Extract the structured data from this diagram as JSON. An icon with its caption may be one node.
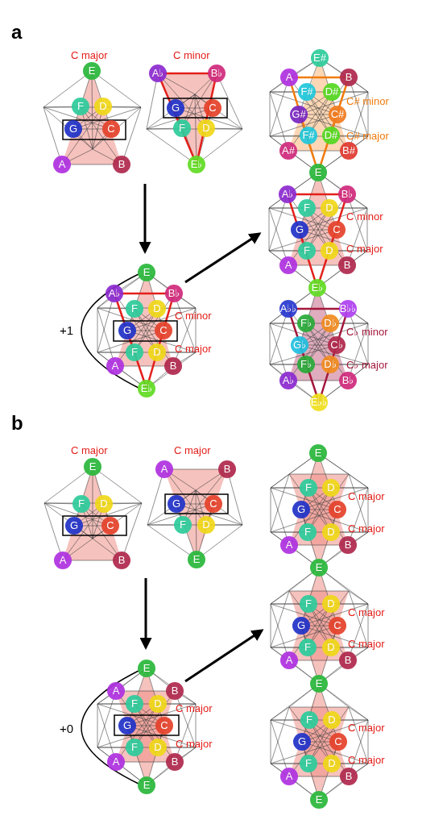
{
  "diagram": {
    "nodes": [
      {
        "text": [
          "E"
        ]
      },
      {
        "text": [
          "F"
        ]
      },
      {
        "text": [
          "D"
        ]
      },
      {
        "text": [
          "G"
        ]
      },
      {
        "text": [
          "C"
        ]
      },
      {
        "text": [
          "A"
        ]
      },
      {
        "text": [
          "B"
        ]
      },
      {
        "text": [
          "A♭"
        ]
      },
      {
        "text": [
          "B♭"
        ]
      },
      {
        "text": [
          "G"
        ]
      },
      {
        "text": [
          "C"
        ]
      },
      {
        "text": [
          "F"
        ]
      },
      {
        "text": [
          "D"
        ]
      },
      {
        "text": [
          "E♭"
        ]
      },
      {
        "text": [
          "E"
        ]
      },
      {
        "text": [
          "A♭"
        ]
      },
      {
        "text": [
          "B♭"
        ]
      },
      {
        "text": [
          "F"
        ]
      },
      {
        "text": [
          "D"
        ]
      },
      {
        "text": [
          "G"
        ]
      },
      {
        "text": [
          "C"
        ]
      },
      {
        "text": [
          "F"
        ]
      },
      {
        "text": [
          "D"
        ]
      },
      {
        "text": [
          "A"
        ]
      },
      {
        "text": [
          "B"
        ]
      },
      {
        "text": [
          "E♭"
        ]
      },
      {
        "text": [
          "E#"
        ]
      },
      {
        "text": [
          "A"
        ]
      },
      {
        "text": [
          "B"
        ]
      },
      {
        "text": [
          "F#"
        ]
      },
      {
        "text": [
          "D#"
        ]
      },
      {
        "text": [
          "G#"
        ]
      },
      {
        "text": [
          "C#"
        ]
      },
      {
        "text": [
          "F#"
        ]
      },
      {
        "text": [
          "D#"
        ]
      },
      {
        "text": [
          "A#"
        ]
      },
      {
        "text": [
          "B#"
        ]
      },
      {
        "text": [
          "E"
        ]
      },
      {
        "text": [
          "A♭"
        ]
      },
      {
        "text": [
          "B♭"
        ]
      },
      {
        "text": [
          "F"
        ]
      },
      {
        "text": [
          "D"
        ]
      },
      {
        "text": [
          "G"
        ]
      },
      {
        "text": [
          "C"
        ]
      },
      {
        "text": [
          "F"
        ]
      },
      {
        "text": [
          "D"
        ]
      },
      {
        "text": [
          "A"
        ]
      },
      {
        "text": [
          "B"
        ]
      },
      {
        "text": [
          "E♭"
        ]
      },
      {
        "text": [
          "A♭♭"
        ]
      },
      {
        "text": [
          "B♭♭"
        ]
      },
      {
        "text": [
          "F♭"
        ]
      },
      {
        "text": [
          "D♭"
        ]
      },
      {
        "text": [
          "G♭"
        ]
      },
      {
        "text": [
          "C♭"
        ]
      },
      {
        "text": [
          "F♭"
        ]
      },
      {
        "text": [
          "D♭"
        ]
      },
      {
        "text": [
          "A♭"
        ]
      },
      {
        "text": [
          "B♭"
        ]
      },
      {
        "text": [
          "E♭♭"
        ]
      },
      {
        "text": [
          "E"
        ]
      },
      {
        "text": [
          "F"
        ]
      },
      {
        "text": [
          "D"
        ]
      },
      {
        "text": [
          "G"
        ]
      },
      {
        "text": [
          "C"
        ]
      },
      {
        "text": [
          "A"
        ]
      },
      {
        "text": [
          "B"
        ]
      },
      {
        "text": [
          "A"
        ]
      },
      {
        "text": [
          "B"
        ]
      },
      {
        "text": [
          "G"
        ]
      },
      {
        "text": [
          "C"
        ]
      },
      {
        "text": [
          "F"
        ]
      },
      {
        "text": [
          "D"
        ]
      },
      {
        "text": [
          "E"
        ]
      },
      {
        "text": [
          "E"
        ]
      },
      {
        "text": [
          "A"
        ]
      },
      {
        "text": [
          "B"
        ]
      },
      {
        "text": [
          "F"
        ]
      },
      {
        "text": [
          "D"
        ]
      },
      {
        "text": [
          "G"
        ]
      },
      {
        "text": [
          "C"
        ]
      },
      {
        "text": [
          "F"
        ]
      },
      {
        "text": [
          "D"
        ]
      },
      {
        "text": [
          "A"
        ]
      },
      {
        "text": [
          "B"
        ]
      },
      {
        "text": [
          "E"
        ]
      },
      {
        "text": [
          "E"
        ]
      },
      {
        "text": [
          "F"
        ]
      },
      {
        "text": [
          "D"
        ]
      },
      {
        "text": [
          "G"
        ]
      },
      {
        "text": [
          "C"
        ]
      },
      {
        "text": [
          "F"
        ]
      },
      {
        "text": [
          "D"
        ]
      },
      {
        "text": [
          "A"
        ]
      },
      {
        "text": [
          "B"
        ]
      },
      {
        "text": [
          "E"
        ]
      },
      {
        "text": [
          "F"
        ]
      },
      {
        "text": [
          "D"
        ]
      },
      {
        "text": [
          "G"
        ]
      },
      {
        "text": [
          "C"
        ]
      },
      {
        "text": [
          "F"
        ]
      },
      {
        "text": [
          "D"
        ]
      },
      {
        "text": [
          "A"
        ]
      },
      {
        "text": [
          "B"
        ]
      },
      {
        "text": [
          "E"
        ]
      },
      {
        "text": [
          "F"
        ]
      },
      {
        "text": [
          "D"
        ]
      },
      {
        "text": [
          "G"
        ]
      },
      {
        "text": [
          "C"
        ]
      },
      {
        "text": [
          "F"
        ]
      },
      {
        "text": [
          "D"
        ]
      },
      {
        "text": [
          "A"
        ]
      },
      {
        "text": [
          "B"
        ]
      },
      {
        "text": [
          "E"
        ]
      }
    ],
    "labels": [
      "a",
      "C major",
      "C minor",
      "C# minor",
      "C# major",
      "C minor",
      "C major",
      "+1",
      "C minor",
      "C major",
      "C♭ minor",
      "C♭ major",
      "b",
      "C major",
      "C major",
      "C major",
      "C major",
      "+0",
      "C major",
      "C major",
      "C major",
      "C major",
      "C major",
      "C major"
    ]
  }
}
